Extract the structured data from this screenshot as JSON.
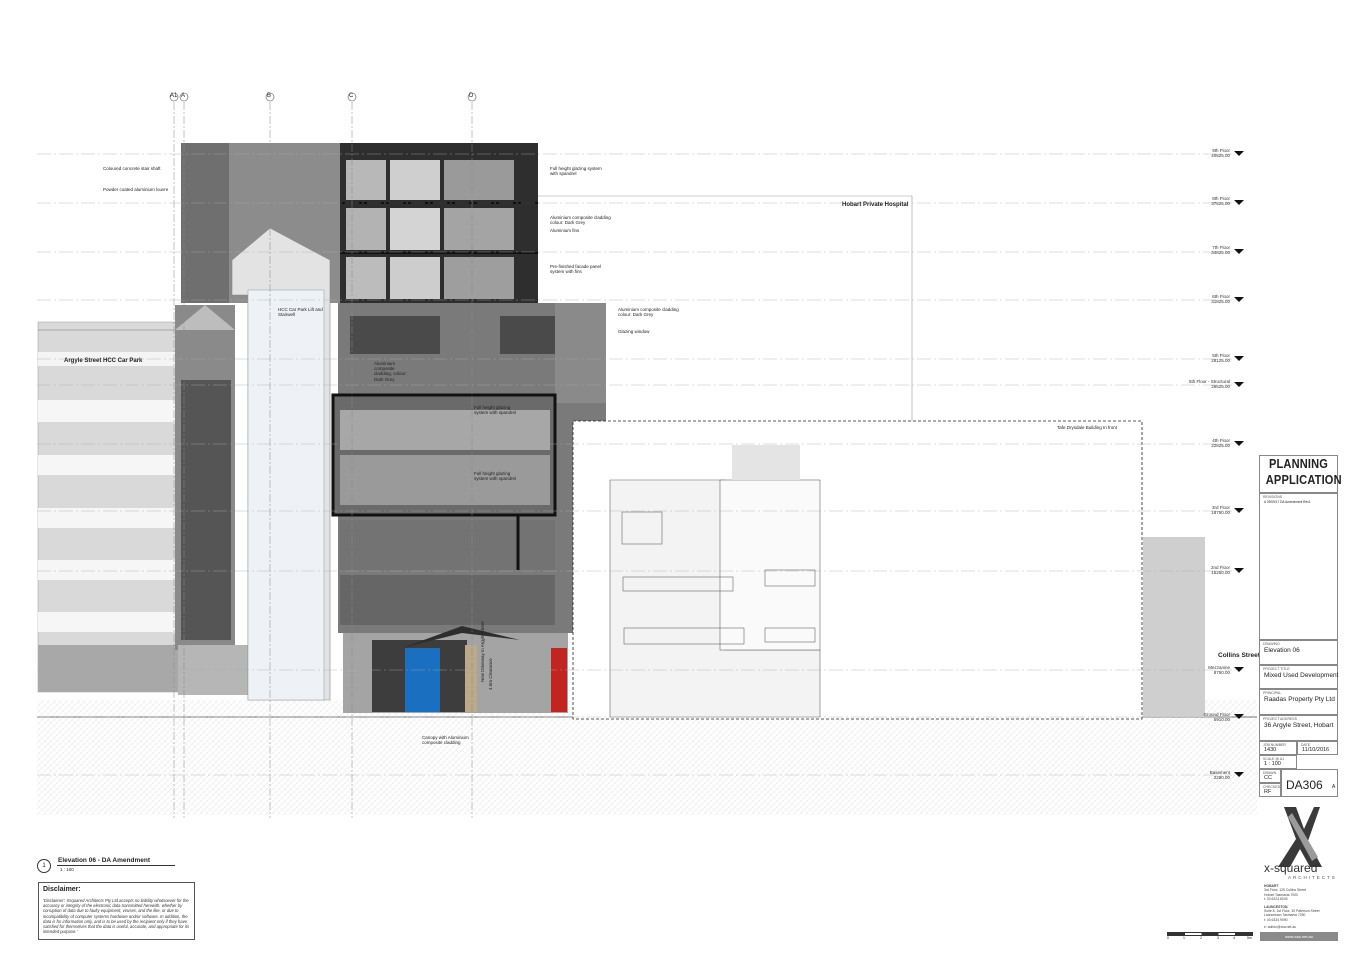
{
  "grid_labels": [
    "A1",
    "A",
    "B",
    "C",
    "D"
  ],
  "levels": [
    {
      "name": "9th Floor",
      "value": "40825.00"
    },
    {
      "name": "8th Floor",
      "value": "37825.00"
    },
    {
      "name": "7th Floor",
      "value": "34825.00"
    },
    {
      "name": "6th Floor",
      "value": "31825.00"
    },
    {
      "name": "5th Floor",
      "value": "28125.00"
    },
    {
      "name": "5th Floor - Structural",
      "value": "26525.00"
    },
    {
      "name": "4th Floor",
      "value": "22825.00"
    },
    {
      "name": "3rd Floor",
      "value": "18750.00"
    },
    {
      "name": "2nd Floor",
      "value": "15250.00"
    },
    {
      "name": "Mezzanine",
      "value": "8750.00"
    },
    {
      "name": "Ground Floor",
      "value": "5910.00"
    },
    {
      "name": "Basement",
      "value": "2280.00"
    }
  ],
  "annotations": {
    "stair_shaft": "Coloured concrete stair shaft",
    "aluminium_louvre": "Powder coated aluminium louvre",
    "full_height_glazing": "Full height glazing system with spandrel",
    "alu_cladding_grey": "Aluminium composite cladding colour: Dark Grey",
    "alu_fins": "Aluminium fins",
    "prefinished_panel": "Pre-finished facade panel system with fins",
    "alu_cladding_dark": "Aluminium composite cladding colour: Dark Grey",
    "glazing_window": "Glazing window",
    "hcc_lift": "HCC Car Park Lift and Stairwell",
    "alu_cladding_mid": "Aluminium composite cladding, colour: Dark Grey",
    "full_height_mid1": "Full height glazing system with spandrel",
    "full_height_mid2": "Full height glazing system with spandrel",
    "canopy": "Canopy with Aluminium composite cladding",
    "driveway": "New Driveway to Argyle Street",
    "clearance": "4.5m Clearance",
    "drysdale": "Tafe Drysdale Building In front"
  },
  "places": {
    "hobart_private": "Hobart Private Hospital",
    "argyle_carpark": "Argyle Street HCC Car Park",
    "collins_street": "Collins Street"
  },
  "view_title": {
    "number": "1",
    "name": "Elevation 06 - DA Amendment",
    "scale": "1 : 100"
  },
  "disclaimer": {
    "heading": "Disclaimer:",
    "body": "'Disclaimer': Xsquared Architects Pty Ltd accepts no liability whatsoever for the accuracy or integrity of the electronic data transmitted herewith, whether by corruption of data due to faulty equipment, viruses, and the like, or due to incompatibility of computer systems hardware and/or software. In addition, the data is for information only, and is to be used by the recipient only if they have satisfied for themselves that the data is useful, accurate, and appropriate for its intended purpose.'"
  },
  "title_block": {
    "stamp": "PLANNING APPLICATION",
    "revisions_label": "REVISIONS",
    "revisions_text": "A  29/09/17   DA Amendment Rev1",
    "drawing_label": "DRAWING",
    "drawing": "Elevation 06",
    "project_title_label": "PROJECT TITLE",
    "project_title": "Mixed Used Development",
    "principal_label": "PRINCIPAL",
    "principal": "Raadas Property Pty Ltd",
    "address_label": "PROJECT ADDRESS",
    "address": "36 Argyle Street, Hobart",
    "job_label": "JOB NUMBER",
    "job": "1430",
    "date_label": "DATE",
    "date": "11/10/2016",
    "scale_label": "SCALE @ A1",
    "scale": "1 : 100",
    "drawn_label": "DRAWN",
    "drawn": "CC",
    "checked_label": "CHECKED",
    "checked": "RF",
    "sheet_no": "DA306",
    "revision": "A"
  },
  "company": {
    "name": "x-squared",
    "sub": "ARCHITECTS",
    "address_lines": [
      "HOBART",
      "3rd Floor, 125 Collins Street",
      "Hobart Tasmania 7000",
      "t: 03 6224 8245",
      "",
      "LAUNCESTON",
      "Suite 8, 1st Floor, 30 Paterson Street",
      "Launceston Tasmania 7250",
      "t: 03 6334 9090",
      "",
      "e: admin@xsa.net.au"
    ],
    "web": "www.xsa.net.au"
  },
  "scale_bar": [
    "0",
    "1",
    "2",
    "3",
    "4",
    "5m"
  ],
  "colors": {
    "blue": "#1a6fc0",
    "red": "#c0261f",
    "dark": "#3b3b3b"
  }
}
